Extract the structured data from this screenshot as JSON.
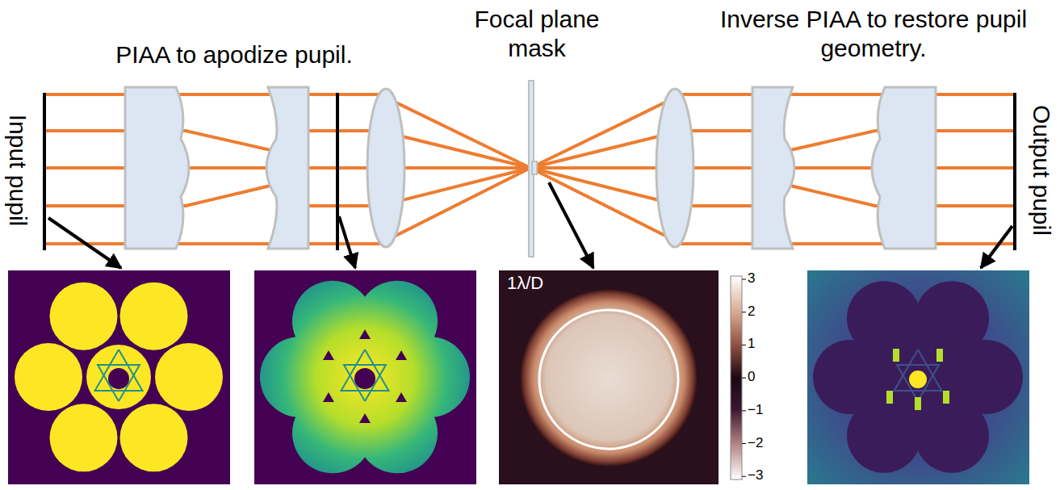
{
  "diagram": {
    "labels": [
      "PIAA to apodize pupil.",
      "Focal plane mask",
      "Inverse PIAA to restore pupil geometry.",
      "Input pupil",
      "Output pupil",
      "1λ/D",
      "3",
      "2",
      "1",
      "0",
      "−1",
      "−2",
      "−3"
    ]
  }
}
